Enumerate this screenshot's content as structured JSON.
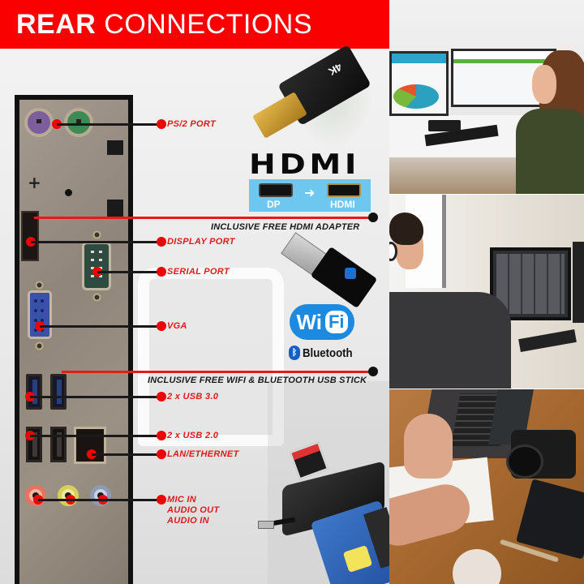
{
  "header": {
    "title_bold": "REAR",
    "title_light": "CONNECTIONS",
    "background_color": "#fa0000"
  },
  "ports": [
    {
      "id": "ps2",
      "label": "PS/2 PORT"
    },
    {
      "id": "display-port",
      "label": "DISPLAY PORT"
    },
    {
      "id": "serial-port",
      "label": "SERIAL PORT"
    },
    {
      "id": "vga",
      "label": "VGA"
    },
    {
      "id": "usb3",
      "label": "2 x USB 3.0"
    },
    {
      "id": "usb2",
      "label": "2 x USB 2.0"
    },
    {
      "id": "lan",
      "label": "LAN/ETHERNET"
    },
    {
      "id": "audio",
      "lines": [
        "MIC IN",
        "AUDIO OUT",
        "AUDIO IN"
      ]
    }
  ],
  "callouts": {
    "hdmi_adapter": "INCLUSIVE FREE HDMI ADAPTER",
    "wifi_stick": "INCLUSIVE FREE WIFI & BLUETOOTH USB STICK"
  },
  "products": {
    "adapter_badge": "4K",
    "hdmi_logo": "HDMI",
    "conversion": {
      "from": "DP",
      "arrow": "➜",
      "to": "HDMI"
    },
    "wifi_logo": {
      "wi": "Wi",
      "fi": "Fi"
    },
    "bluetooth": {
      "icon": "ᛒ",
      "text": "Bluetooth"
    }
  },
  "colors": {
    "accent_red": "#e41b17",
    "label_red": "#e0191b",
    "line_dark": "#1a1a1a",
    "conversion_blue": "#6dc7ee",
    "wifi_blue": "#1b8ae0"
  }
}
